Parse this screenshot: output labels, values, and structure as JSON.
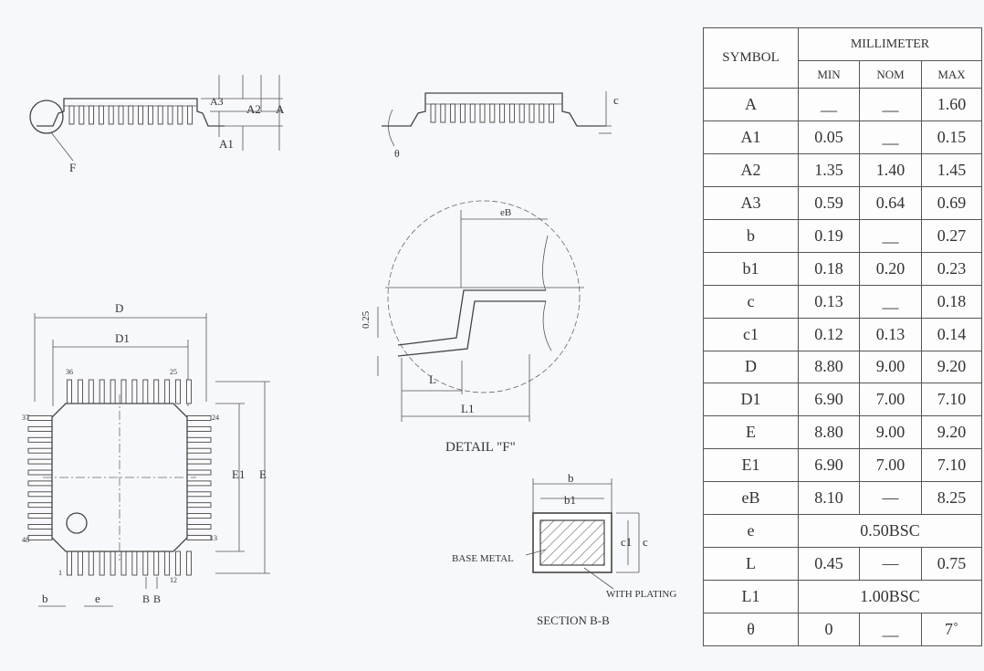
{
  "drawing": {
    "side": {
      "A3": "A3",
      "A2": "A2",
      "A": "A",
      "A1": "A1",
      "F": "F",
      "theta": "θ",
      "c": "c"
    },
    "detail": {
      "eB": "eB",
      "dim025": "0.25",
      "L": "L",
      "L1": "L1",
      "caption": "DETAIL  \"F\""
    },
    "top": {
      "D": "D",
      "D1": "D1",
      "E": "E",
      "E1": "E1",
      "b": "b",
      "e": "e",
      "B1": "B",
      "B2": "B",
      "pin36": "36",
      "pin25": "25",
      "pin37": "37",
      "pin24": "24",
      "pin48": "48",
      "pin13": "13",
      "pin1": "1",
      "pin12": "12"
    },
    "section": {
      "b": "b",
      "b1": "b1",
      "c1": "c1",
      "c": "c",
      "base_metal": "BASE METAL",
      "with_plating": "WITH PLATING",
      "caption": "SECTION B-B"
    }
  },
  "table": {
    "header": {
      "symbol": "SYMBOL",
      "unit": "MILLIMETER",
      "min": "MIN",
      "nom": "NOM",
      "max": "MAX"
    },
    "rows": [
      {
        "sym": "A",
        "min": "__",
        "nom": "__",
        "max": "1.60"
      },
      {
        "sym": "A1",
        "min": "0.05",
        "nom": "__",
        "max": "0.15"
      },
      {
        "sym": "A2",
        "min": "1.35",
        "nom": "1.40",
        "max": "1.45"
      },
      {
        "sym": "A3",
        "min": "0.59",
        "nom": "0.64",
        "max": "0.69"
      },
      {
        "sym": "b",
        "min": "0.19",
        "nom": "__",
        "max": "0.27"
      },
      {
        "sym": "b1",
        "min": "0.18",
        "nom": "0.20",
        "max": "0.23"
      },
      {
        "sym": "c",
        "min": "0.13",
        "nom": "__",
        "max": "0.18"
      },
      {
        "sym": "c1",
        "min": "0.12",
        "nom": "0.13",
        "max": "0.14"
      },
      {
        "sym": "D",
        "min": "8.80",
        "nom": "9.00",
        "max": "9.20"
      },
      {
        "sym": "D1",
        "min": "6.90",
        "nom": "7.00",
        "max": "7.10"
      },
      {
        "sym": "E",
        "min": "8.80",
        "nom": "9.00",
        "max": "9.20"
      },
      {
        "sym": "E1",
        "min": "6.90",
        "nom": "7.00",
        "max": "7.10"
      },
      {
        "sym": "eB",
        "min": "8.10",
        "nom": "—",
        "max": "8.25"
      },
      {
        "sym": "e",
        "span": "0.50BSC"
      },
      {
        "sym": "L",
        "min": "0.45",
        "nom": "—",
        "max": "0.75"
      },
      {
        "sym": "L1",
        "span": "1.00BSC"
      },
      {
        "sym": "θ",
        "min": "0",
        "nom": "__",
        "max": "7˚"
      }
    ]
  }
}
